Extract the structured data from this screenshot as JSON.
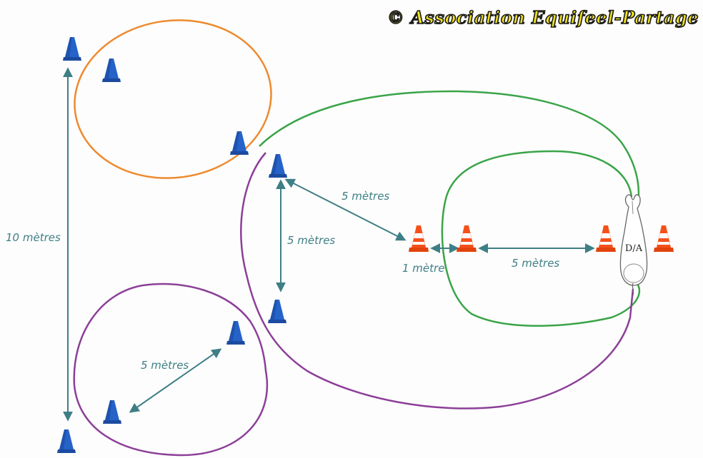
{
  "copyright": "© Association Equifeel-Partage",
  "labels": {
    "ten_meters": "10 mètres",
    "five_m_diag_top": "5 mètres",
    "five_m_vertical": "5 mètres",
    "five_m_right": "5 mètres",
    "one_meter": "1 mètre",
    "five_m_bottom": "5 mètres",
    "start_finish": "D/A"
  },
  "colors": {
    "blue_cone": "#1f57b3",
    "orange_cone": "#f24a0e",
    "orange_circle": "#ee8a2e",
    "green_path": "#3aa448",
    "purple_path": "#8c3f98",
    "arrow": "#3e7f86",
    "label": "#3e7f86"
  }
}
